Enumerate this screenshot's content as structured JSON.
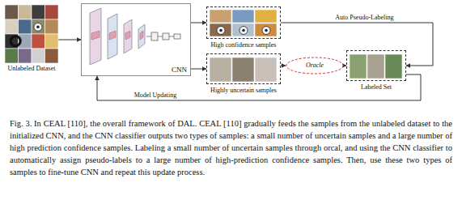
{
  "diagram": {
    "caption": "Fig. 3. In CEAL [110], the overall framework of DAL. CEAL [110] gradually feeds the samples from the unlabeled dataset to the initialized CNN, and the CNN classifier outputs two types of samples: a small number of uncertain samples and a large number of high prediction confidence samples. Labeling a small number of uncertain samples through orcal, and using the CNN classifier to automatically assign pseudo-labels to a large number of high-prediction confidence samples. Then, use these two types of samples to fine-tune CNN and repeat this update process.",
    "nodes": [
      {
        "text": [
          "Unlabeled Dataset"
        ]
      },
      {
        "text": [
          "CNN"
        ]
      },
      {
        "text": [
          "High confidence samples"
        ]
      },
      {
        "text": [
          "Highly uncertain samples"
        ]
      },
      {
        "text": [
          "Oracle"
        ]
      },
      {
        "text": [
          "Labeled Set"
        ]
      }
    ],
    "edges": [
      {
        "from": 0,
        "to": 1,
        "arrow": "to"
      },
      {
        "from": 1,
        "to": 2,
        "arrow": "to"
      },
      {
        "from": 1,
        "to": 3,
        "arrow": "to"
      },
      {
        "from": 3,
        "to": 4,
        "arrow": "to"
      },
      {
        "from": 4,
        "to": 5,
        "arrow": "to"
      },
      {
        "from": 2,
        "to": 5,
        "label": "Auto Pseudo-Labeling",
        "arrow": "to"
      },
      {
        "from": 5,
        "to": 1,
        "label": "Model Updating",
        "arrow": "to"
      }
    ]
  }
}
